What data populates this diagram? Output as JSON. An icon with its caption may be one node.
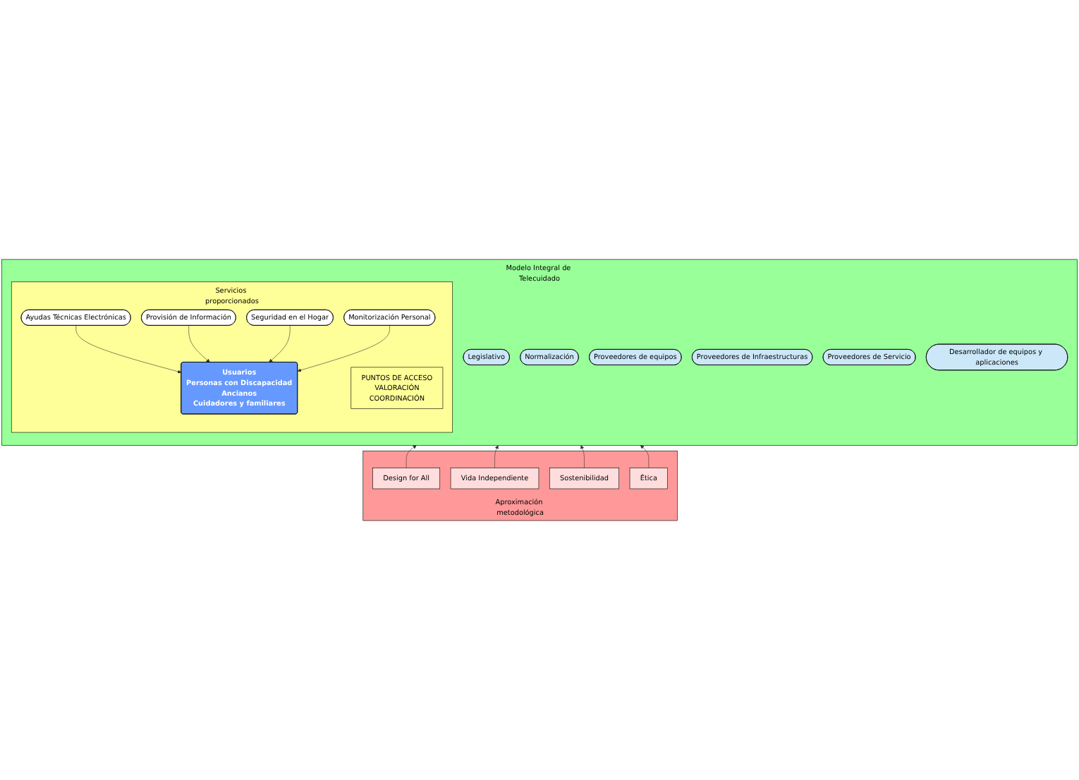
{
  "diagram": {
    "nodes": [
      {
        "text": [
          "Modelo Integral de Telecuidado"
        ]
      },
      {
        "text": [
          "Legislativo"
        ],
        "in": 0
      },
      {
        "text": [
          "Normalización"
        ],
        "in": 0
      },
      {
        "text": [
          "Proveedores de equipos"
        ],
        "in": 0
      },
      {
        "text": [
          "Servicios proporcionados"
        ],
        "in": 0
      },
      {
        "text": [
          "Ayudas Técnicas Electrónicas"
        ],
        "in": 4
      },
      {
        "text": [
          "Provisión de Información"
        ],
        "in": 4
      },
      {
        "text": [
          "Usuarios",
          "Personas con Discapacidad",
          "Ancianos",
          "Cuidadores y familiares"
        ],
        "in": 4
      },
      {
        "text": [
          "Seguridad en el Hogar"
        ],
        "in": 4
      },
      {
        "text": [
          "Monitorización Personal"
        ],
        "in": 4
      },
      {
        "text": [
          "PUNTOS DE ACCESO",
          "VALORACIÓN",
          "COORDINACIÓN"
        ],
        "in": 4
      },
      {
        "text": [
          "Proveedores de Infraestructuras"
        ],
        "in": 0
      },
      {
        "text": [
          "Proveedores de Servicio"
        ],
        "in": 0
      },
      {
        "text": [
          "Desarrollador de equipos y aplicaciones"
        ],
        "in": 0
      },
      {
        "text": [
          "Aproximación metodológica"
        ]
      },
      {
        "text": [
          "Design for All"
        ],
        "in": 14
      },
      {
        "text": [
          "Vida Independiente"
        ],
        "in": 14
      },
      {
        "text": [
          "Sostenibilidad"
        ],
        "in": 14
      },
      {
        "text": [
          "Ética"
        ],
        "in": 14
      }
    ],
    "edges": [
      {
        "from": 5,
        "to": 7,
        "arrow": "to"
      },
      {
        "from": 6,
        "to": 7,
        "arrow": "to"
      },
      {
        "from": 8,
        "to": 7,
        "arrow": "to"
      },
      {
        "from": 9,
        "to": 7,
        "arrow": "to"
      },
      {
        "from": 15,
        "to": 0,
        "arrow": "to"
      },
      {
        "from": 16,
        "to": 0,
        "arrow": "to"
      },
      {
        "from": 17,
        "to": 0,
        "arrow": "to"
      },
      {
        "from": 18,
        "to": 0,
        "arrow": "to"
      }
    ]
  }
}
